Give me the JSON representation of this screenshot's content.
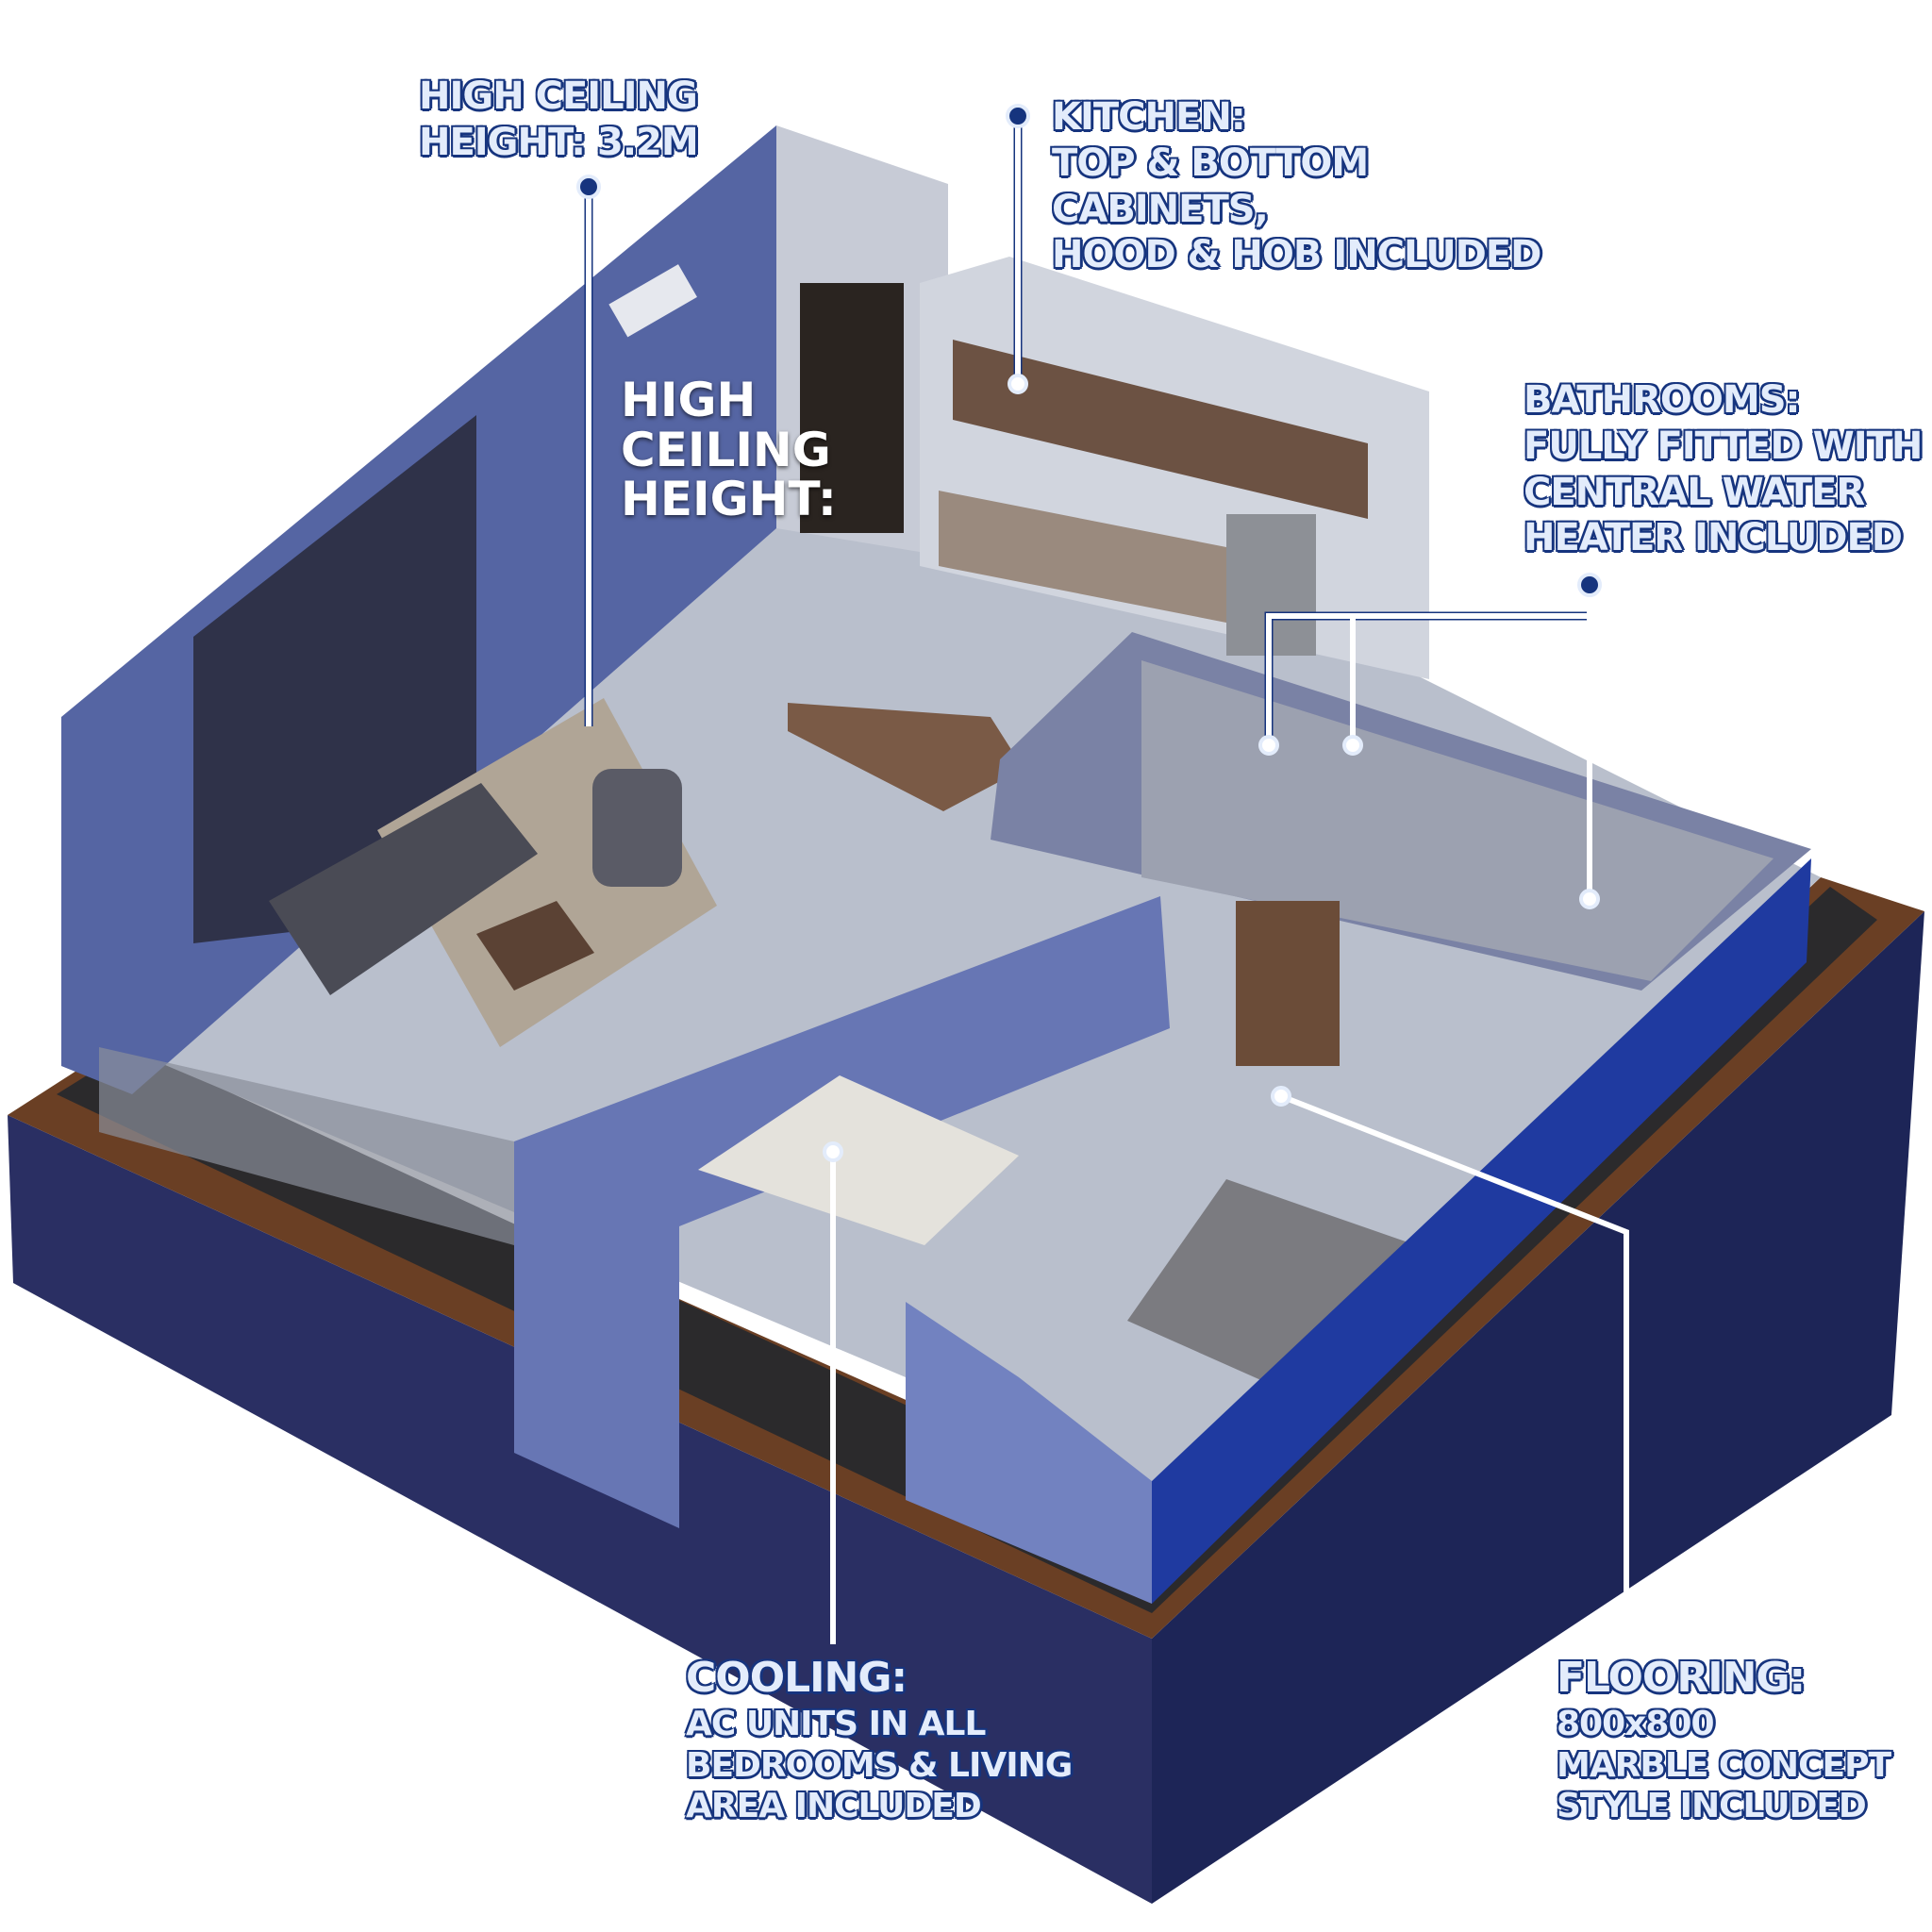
{
  "callouts": {
    "ceiling": {
      "lines": [
        "HIGH CEILING",
        "HEIGHT: 3.2M"
      ]
    },
    "kitchen": {
      "lines": [
        "KITCHEN:",
        "TOP & BOTTOM",
        "CABINETS,",
        "HOOD & HOB INCLUDED"
      ]
    },
    "bathrooms": {
      "lines": [
        "BATHROOMS:",
        "FULLY FITTED WITH",
        "CENTRAL WATER",
        "HEATER INCLUDED"
      ]
    },
    "cooling": {
      "lines": [
        "COOLING:",
        "AC UNITS IN ALL",
        "BEDROOMS & LIVING",
        "AREA INCLUDED"
      ]
    },
    "flooring": {
      "lines": [
        "FLOORING:",
        "800x800",
        "MARBLE CONCEPT",
        "STYLE INCLUDED"
      ]
    }
  },
  "wall_text": {
    "lines": [
      "HIGH",
      "CEILING",
      "HEIGHT:"
    ]
  },
  "colors": {
    "callout_navy": "#16347e",
    "callout_fill": "#e3ecfb",
    "wall_blue": "#5565a3",
    "floor": "#b9bfcc",
    "base_wood": "#6a3f24",
    "base_side": "#22295a"
  }
}
